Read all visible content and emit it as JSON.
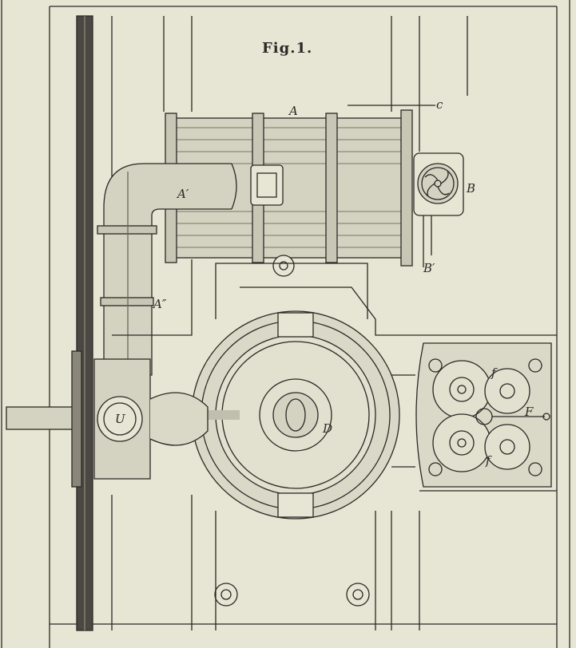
{
  "figure": {
    "title": "Fig.1.",
    "labels": {
      "A": "A",
      "A1": "A′",
      "A2": "A″",
      "B": "B",
      "B1": "B′",
      "c": "c",
      "D": "D",
      "U": "U",
      "F": "F",
      "f_top": "f",
      "f_bottom": "f"
    }
  },
  "colors": {
    "paper": "#e7e5d3",
    "ink": "#2a2926"
  }
}
